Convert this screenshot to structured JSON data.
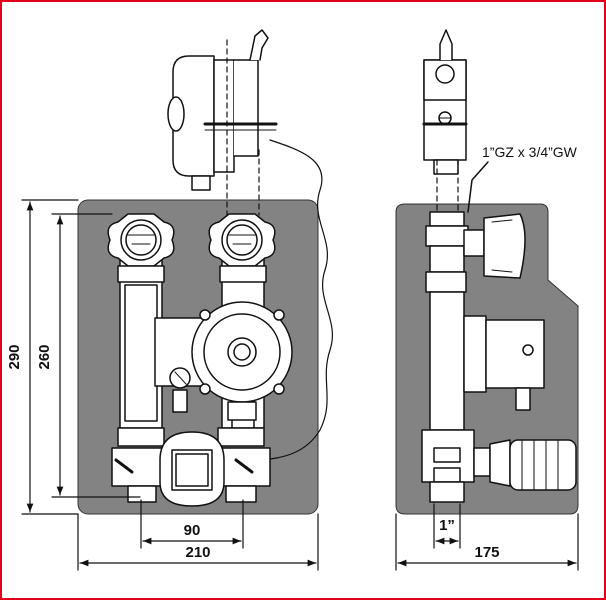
{
  "dimensions": {
    "height_total": "290",
    "height_inner": "260",
    "width_inner": "90",
    "width_total": "210",
    "depth_total": "175",
    "connection_width": "1”"
  },
  "callouts": {
    "thread_spec": "1”GZ x 3/4”GW"
  },
  "colors": {
    "frame": "#e2001a",
    "panel": "#838383",
    "line": "#111111",
    "fill": "#ffffff"
  }
}
